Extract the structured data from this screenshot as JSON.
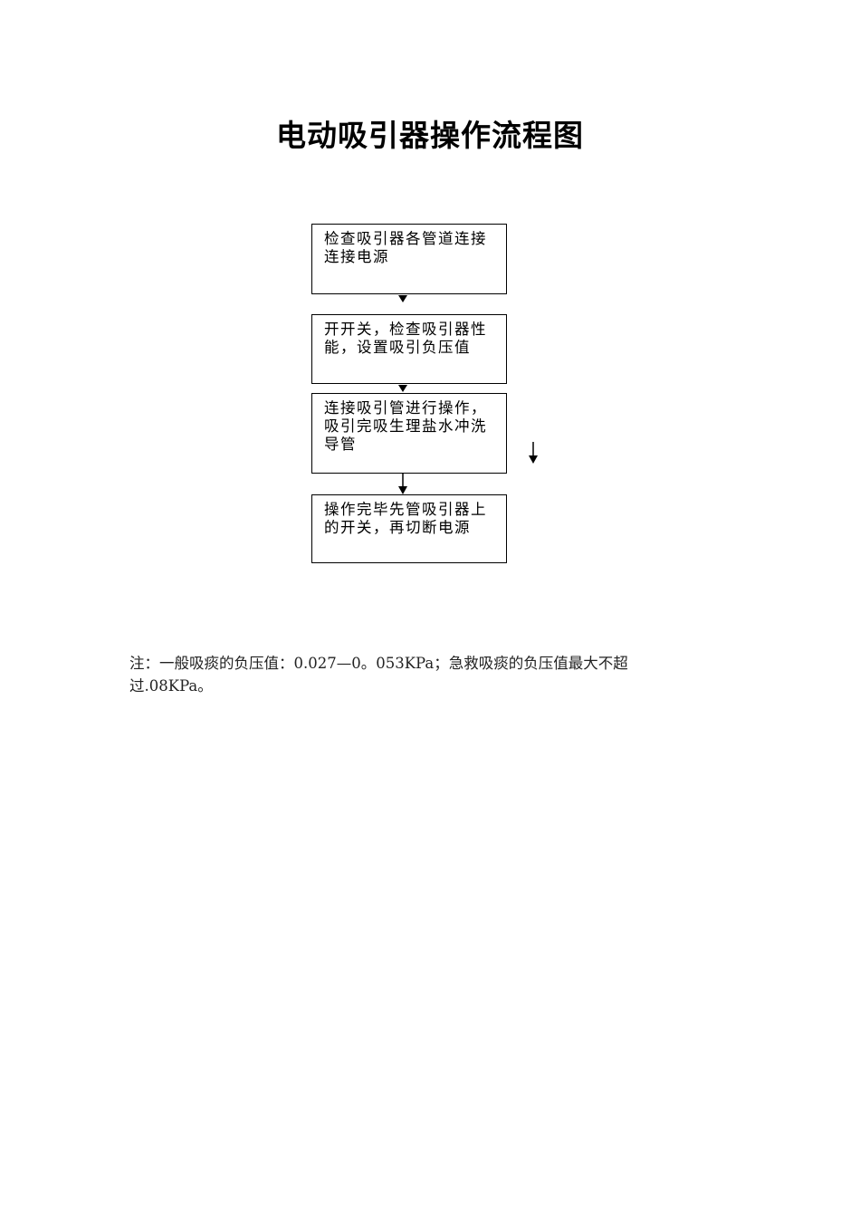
{
  "title": "电动吸引器操作流程图",
  "steps": [
    "检查吸引器各管道连接连接电源",
    "开开关，检查吸引器性能，设置吸引负压值",
    "连接吸引管进行操作，吸引完吸生理盐水冲洗导管",
    "操作完毕先管吸引器上的开关，再切断电源"
  ],
  "note": {
    "line1": "注：一般吸痰的负压值：0.027—0。053KPa；急救吸痰的负压值最大不超",
    "line2": "过.08KPa。"
  }
}
